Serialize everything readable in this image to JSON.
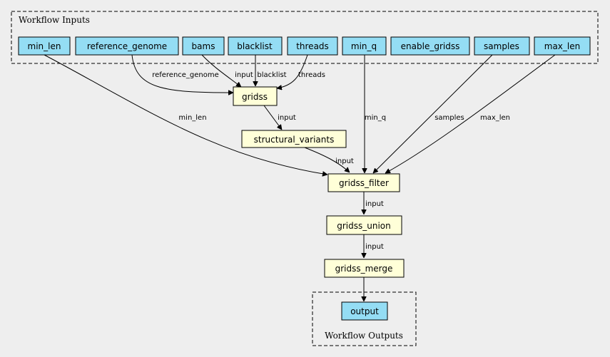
{
  "clusters": {
    "inputs_title": "Workflow Inputs",
    "outputs_title": "Workflow Outputs"
  },
  "nodes": {
    "min_len": "min_len",
    "reference_genome": "reference_genome",
    "bams": "bams",
    "blacklist": "blacklist",
    "threads": "threads",
    "min_q": "min_q",
    "enable_gridss": "enable_gridss",
    "samples": "samples",
    "max_len": "max_len",
    "gridss": "gridss",
    "structural_variants": "structural_variants",
    "gridss_filter": "gridss_filter",
    "gridss_union": "gridss_union",
    "gridss_merge": "gridss_merge",
    "output": "output"
  },
  "edges": {
    "reference_genome_gridss": "reference_genome",
    "bams_gridss": "input",
    "blacklist_gridss": "blacklist",
    "threads_gridss": "threads",
    "min_len_filter": "min_len",
    "gridss_sv": "input",
    "sv_filter": "input",
    "min_q_filter": "min_q",
    "samples_filter": "samples",
    "max_len_filter": "max_len",
    "filter_union": "input",
    "union_merge": "input"
  },
  "colors": {
    "input_node": "#94ddf4",
    "step_node": "#ffffd8",
    "background": "#eeeeee"
  }
}
